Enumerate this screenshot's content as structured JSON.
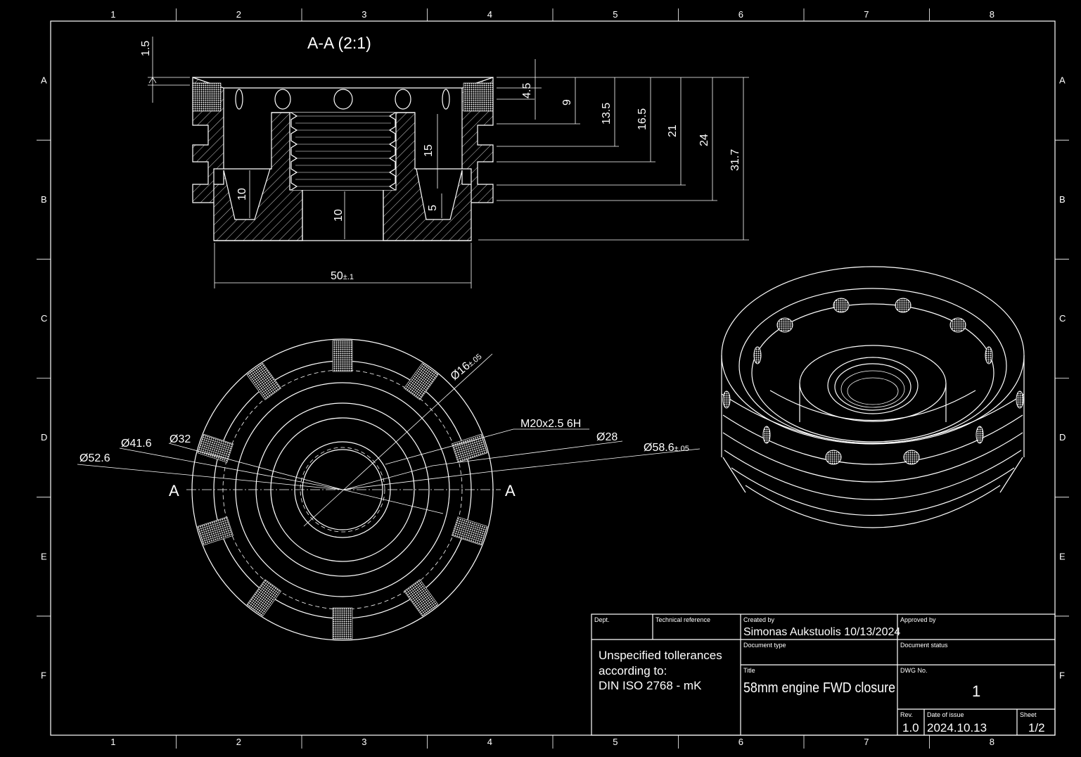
{
  "zones": {
    "columns": [
      "1",
      "2",
      "3",
      "4",
      "5",
      "6",
      "7",
      "8"
    ],
    "rows": [
      "A",
      "B",
      "C",
      "D",
      "E",
      "F"
    ]
  },
  "section_view": {
    "title": "A-A (2:1)",
    "dims_vertical": [
      "1.5",
      "4.5",
      "9",
      "13.5",
      "16.5",
      "21",
      "24",
      "31.7"
    ],
    "dims_internal": [
      "10",
      "15",
      "10",
      "5"
    ],
    "width_dim": "50",
    "width_tol": "±.1"
  },
  "front_view": {
    "section_marks": [
      "A",
      "A"
    ],
    "dims": {
      "d16": "Ø16",
      "d16_tol": "±.05",
      "thread": "M20x2.5 6H",
      "d28": "Ø28",
      "d58": "Ø58.6",
      "d58_tol": "±.05",
      "d41": "Ø41.6",
      "d32": "Ø32",
      "d52": "Ø52.6"
    }
  },
  "title_block": {
    "dept_label": "Dept.",
    "techref_label": "Technical reference",
    "created_label": "Created by",
    "created_value": "Simonas Aukstuolis 10/13/2024",
    "approved_label": "Approved by",
    "tolerance_lines": [
      "Unspecified tollerances",
      "according to:",
      "DIN ISO 2768 - mK"
    ],
    "doctype_label": "Document type",
    "docstatus_label": "Document status",
    "title_label": "Title",
    "title_value": "58mm engine FWD closure",
    "dwg_label": "DWG No.",
    "dwg_value": "1",
    "rev_label": "Rev.",
    "rev_value": "1.0",
    "date_label": "Date of issue",
    "date_value": "2024.10.13",
    "sheet_label": "Sheet",
    "sheet_value": "1/2"
  }
}
